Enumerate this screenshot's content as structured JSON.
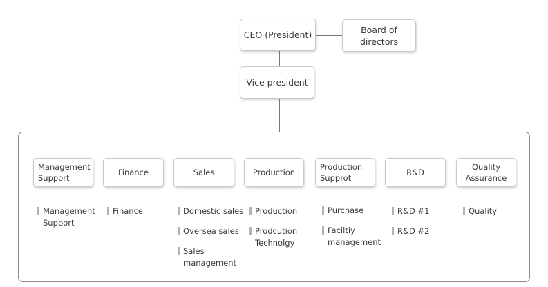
{
  "top": {
    "ceo": "CEO (President)",
    "board": "Board of\ndirectors",
    "vice": "Vice president"
  },
  "departments": [
    {
      "name": "Management\nSupport",
      "items": [
        "Management\nSupport"
      ]
    },
    {
      "name": "Finance",
      "items": [
        "Finance"
      ]
    },
    {
      "name": "Sales",
      "items": [
        "Domestic sales",
        "Oversea sales",
        "Sales\nmanagement"
      ]
    },
    {
      "name": "Production",
      "items": [
        "Production",
        "Prodcution\nTechnolgy"
      ]
    },
    {
      "name": "Production\nSupprot",
      "items": [
        "Purchase",
        "Faciltiy\nmanagement"
      ]
    },
    {
      "name": "R&D",
      "items": [
        "R&D #1",
        "R&D #2"
      ]
    },
    {
      "name": "Quality\nAssurance",
      "items": [
        "Quality"
      ]
    }
  ]
}
